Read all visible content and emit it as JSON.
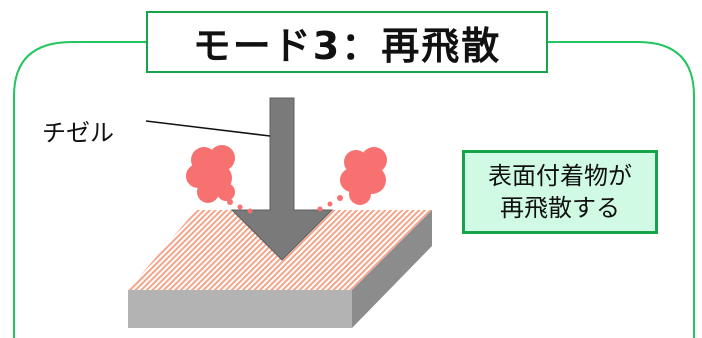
{
  "title": "モード3：再飛散",
  "chisel_label": "チゼル",
  "result_label": {
    "line1": "表面付着物が",
    "line2": "再飛散する"
  },
  "colors": {
    "frame": "#22c55e",
    "box_border": "#16a34a",
    "box_fill": "#d1fae5",
    "chisel": "#7a7a7a",
    "slab_top": "#f3c4b0",
    "slab_side": "#9e9e9e",
    "particles": "#f87171"
  }
}
